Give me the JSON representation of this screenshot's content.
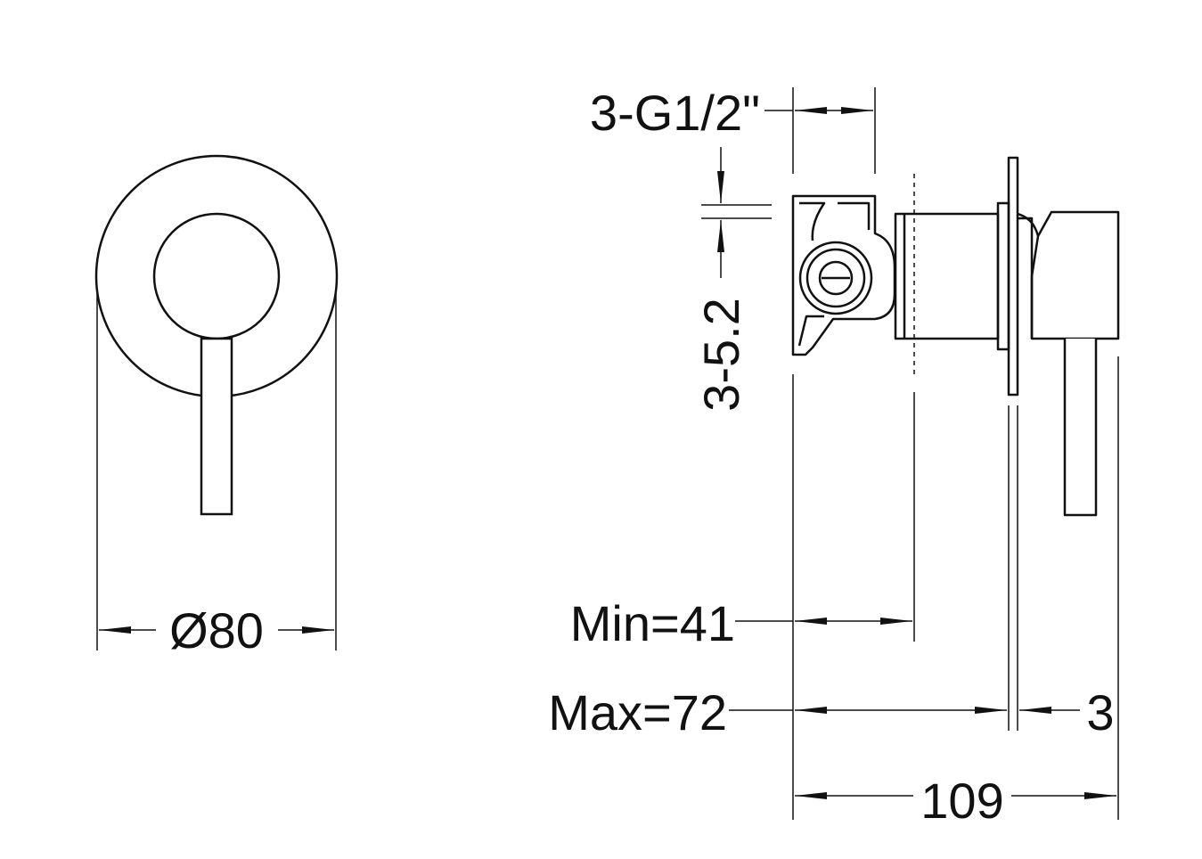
{
  "front_view": {
    "diameter_label": "Ø80"
  },
  "side_view": {
    "thread_label": "3-G1/2\"",
    "gap_label": "3-5.2",
    "min_label": "Min=41",
    "max_label": "Max=72",
    "plate_label": "3",
    "total_label": "109"
  },
  "colors": {
    "line": "#111111",
    "background": "#ffffff"
  }
}
